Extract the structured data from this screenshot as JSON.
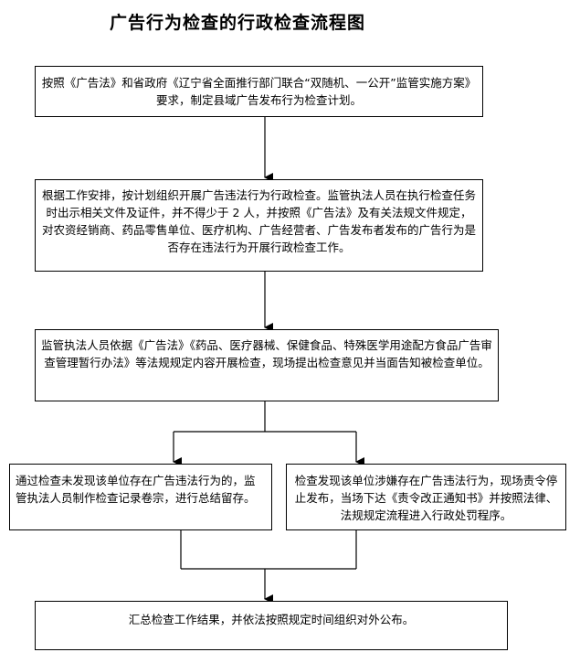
{
  "title": "广告行为检查的行政检查流程图",
  "steps": {
    "plan": "按照《广告法》和省政府《辽宁省全面推行部门联合“双随机、一公开”监管实施方案》要求，制定县域广告发布行为检查计划。",
    "organize": "根据工作安排，按计划组织开展广告违法行为行政检查。监管执法人员在执行检查任务时出示相关文件及证件，并不得少于 2 人，并按照《广告法》及有关法规文件规定，对农资经销商、药品零售单位、医疗机构、广告经营者、广告发布者发布的广告行为是否存在违法行为开展行政检查工作。",
    "inspect": "监管执法人员依据《广告法》《药品、医疗器械、保健食品、特殊医学用途配方食品广告审查管理暂行办法》等法规规定内容开展检查，现场提出检查意见并当面告知被检查单位。",
    "no_violation": "通过检查未发现该单位存在广告违法行为的，监管执法人员制作检查记录卷宗，进行总结留存。",
    "violation": "检查发现该单位涉嫌存在广告违法行为，现场责令停止发布，当场下达《责令改正通知书》并按照法律、法规规定流程进入行政处罚程序。",
    "summary": "汇总检查工作结果，并依法按照规定时间组织对外公布。"
  }
}
